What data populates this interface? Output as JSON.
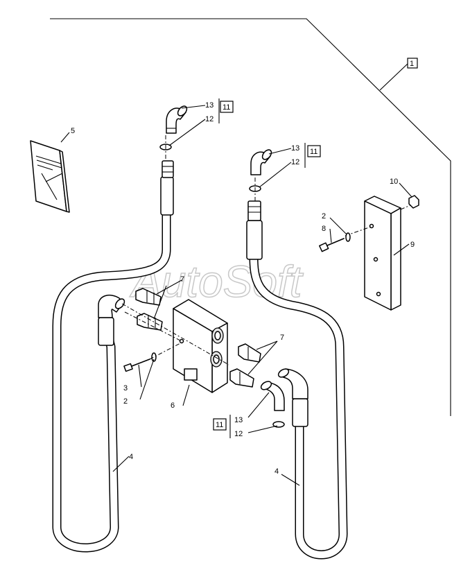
{
  "watermark": "AutoSoft",
  "callouts": {
    "c1": "1",
    "c2a": "2",
    "c2b": "2",
    "c3": "3",
    "c4a": "4",
    "c4b": "4",
    "c5": "5",
    "c6": "6",
    "c7a": "7",
    "c7b": "7",
    "c8": "8",
    "c9": "9",
    "c10": "10",
    "c11a": "11",
    "c11b": "11",
    "c11c": "11",
    "c12a": "12",
    "c12b": "12",
    "c12c": "12",
    "c13a": "13",
    "c13b": "13",
    "c13c": "13"
  }
}
